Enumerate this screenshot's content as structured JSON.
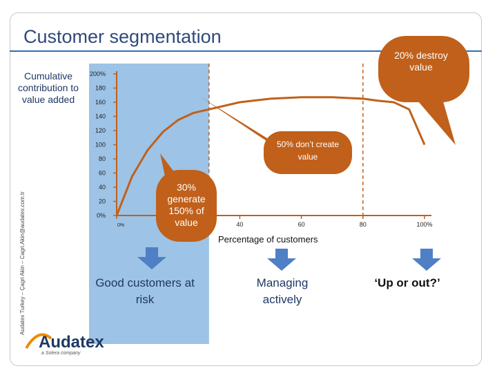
{
  "slide": {
    "title": "Customer segmentation",
    "side_text": "Audatex Turkey – Çagri Akin – Cagri.Akin@audatex.com.tr",
    "logo_word": "Audatex",
    "logo_sub": "a Solera company"
  },
  "callouts": {
    "destroy": "20% destroy value",
    "dont_create": "50% don’t create value",
    "generate": "30% generate 150% of value"
  },
  "segments": [
    {
      "label": "Good customers at risk",
      "arrow_icon": "down-arrow-icon"
    },
    {
      "label": "Managing actively",
      "arrow_icon": "down-arrow-icon"
    },
    {
      "label": "‘Up or out?’",
      "arrow_icon": "down-arrow-icon"
    }
  ],
  "colors": {
    "curve": "#c0601a",
    "callout_fill": "#c0601a",
    "highlight_band": "#9dc3e6",
    "arrow": "#4f7fc4",
    "title": "#2e4a7a"
  },
  "chart_data": {
    "type": "line",
    "ylabel": "Cumulative contribution to value added",
    "xlabel": "Percentage of customers",
    "y_ticks": [
      "0%",
      "20",
      "40",
      "60",
      "80",
      "100",
      "120",
      "140",
      "160",
      "180",
      "200%"
    ],
    "x_ticks": [
      "0%",
      "40",
      "60",
      "80",
      "100%"
    ],
    "x_tick_values": [
      0,
      40,
      60,
      80,
      100
    ],
    "ylim": [
      0,
      200
    ],
    "xlim": [
      0,
      100
    ],
    "series": [
      {
        "x": [
          0,
          5,
          10,
          15,
          20,
          25,
          30,
          40,
          50,
          60,
          70,
          80,
          85,
          90,
          95,
          100
        ],
        "y": [
          0,
          55,
          92,
          118,
          135,
          145,
          150,
          160,
          165,
          167,
          167,
          165,
          162,
          160,
          150,
          100
        ]
      }
    ],
    "highlight_band": [
      0,
      30
    ],
    "dashed_lines_x": [
      30,
      80
    ]
  }
}
